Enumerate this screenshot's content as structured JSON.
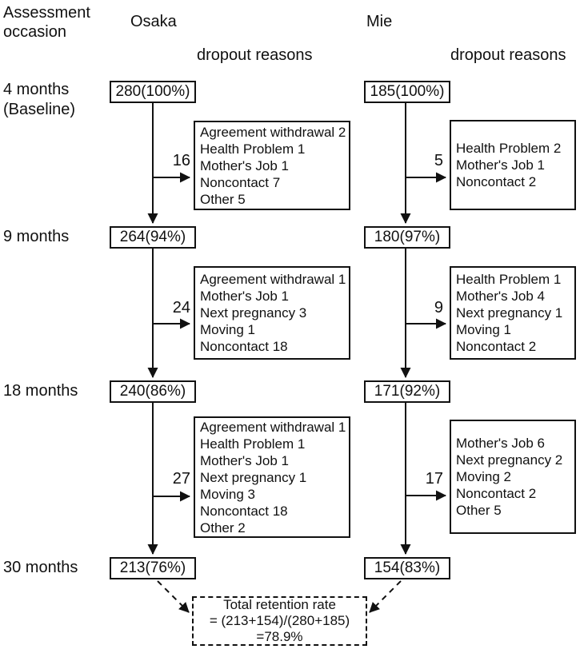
{
  "header": {
    "assessment_occasion": "Assessment occasion"
  },
  "occasions": [
    {
      "label": "4 months",
      "sublabel": "(Baseline)"
    },
    {
      "label": "9 months"
    },
    {
      "label": "18 months"
    },
    {
      "label": "30 months"
    }
  ],
  "sites": [
    {
      "name": "Osaka",
      "dropout_header": "dropout reasons",
      "counts": [
        "280(100%)",
        "264(94%)",
        "240(86%)",
        "213(76%)"
      ],
      "dropouts": [
        {
          "n": "16",
          "reasons": [
            "Agreement withdrawal 2",
            "Health Problem 1",
            "Mother's Job 1",
            "Noncontact 7",
            "Other 5"
          ]
        },
        {
          "n": "24",
          "reasons": [
            "Agreement withdrawal 1",
            "Mother's Job 1",
            "Next pregnancy 3",
            "Moving 1",
            "Noncontact 18"
          ]
        },
        {
          "n": "27",
          "reasons": [
            "Agreement withdrawal 1",
            "Health Problem 1",
            "Mother's Job 1",
            "Next pregnancy 1",
            "Moving 3",
            "Noncontact 18",
            "Other 2"
          ]
        }
      ]
    },
    {
      "name": "Mie",
      "dropout_header": "dropout reasons",
      "counts": [
        "185(100%)",
        "180(97%)",
        "171(92%)",
        "154(83%)"
      ],
      "dropouts": [
        {
          "n": "5",
          "reasons": [
            "Health Problem 2",
            "Mother's Job 1",
            "Noncontact 2"
          ]
        },
        {
          "n": "9",
          "reasons": [
            "Health Problem 1",
            "Mother's Job 4",
            "Next pregnancy 1",
            "Moving 1",
            "Noncontact 2"
          ]
        },
        {
          "n": "17",
          "reasons": [
            "Mother's Job 6",
            "Next pregnancy 2",
            "Moving 2",
            "Noncontact 2",
            "Other 5"
          ]
        }
      ]
    }
  ],
  "total_box": {
    "line1": "Total retention rate",
    "line2": "= (213+154)/(280+185)",
    "line3": "=78.9%"
  }
}
